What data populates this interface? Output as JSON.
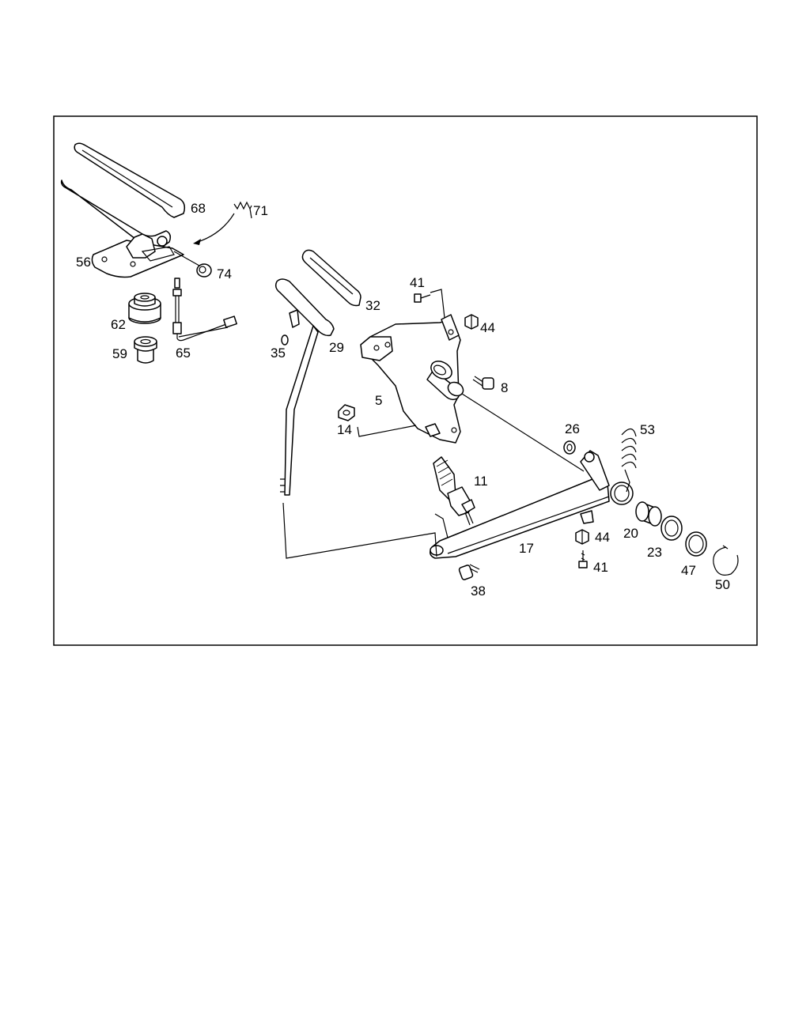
{
  "diagram": {
    "colors": {
      "line": "#000000",
      "background": "#ffffff"
    },
    "callouts": {
      "c68": "68",
      "c71": "71",
      "c56": "56",
      "c74": "74",
      "c62": "62",
      "c59": "59",
      "c65": "65",
      "c35": "35",
      "c29": "29",
      "c32": "32",
      "c41a": "41",
      "c44a": "44",
      "c8": "8",
      "c5": "5",
      "c14": "14",
      "c26": "26",
      "c53": "53",
      "c11": "11",
      "c20": "20",
      "c44b": "44",
      "c17": "17",
      "c23": "23",
      "c41b": "41",
      "c47": "47",
      "c50": "50",
      "c38": "38"
    }
  }
}
